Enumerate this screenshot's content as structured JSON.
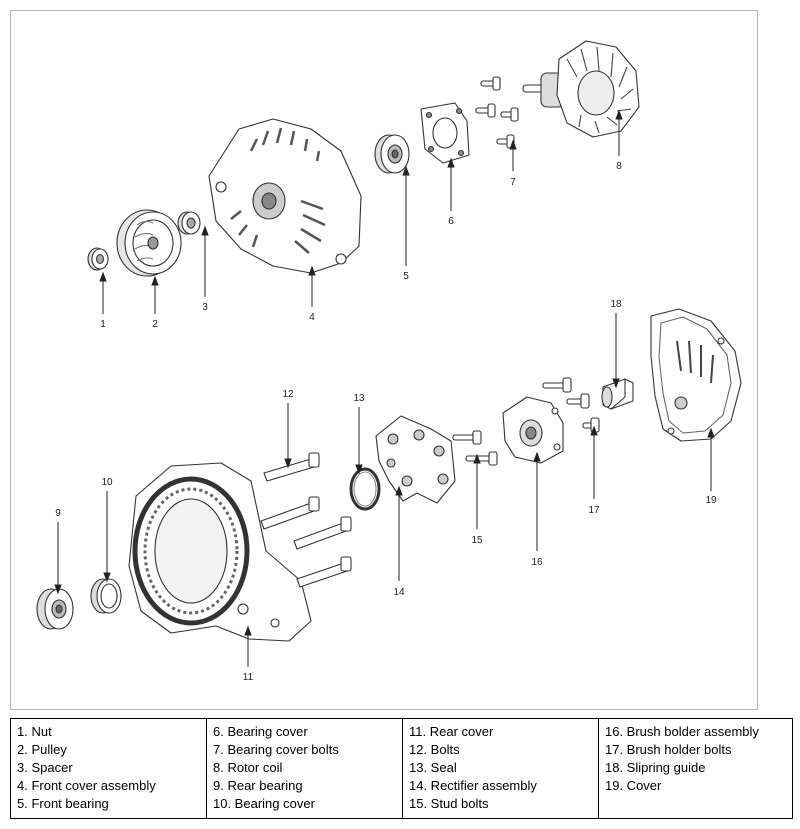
{
  "callouts": [
    "1",
    "2",
    "3",
    "4",
    "5",
    "6",
    "7",
    "8",
    "9",
    "10",
    "11",
    "12",
    "13",
    "14",
    "15",
    "16",
    "17",
    "18",
    "19"
  ],
  "legend": {
    "columns": [
      [
        "1. Nut",
        "2. Pulley",
        "3. Spacer",
        "4. Front cover assembly",
        "5. Front bearing"
      ],
      [
        "6. Bearing cover",
        "7. Bearing cover bolts",
        "8. Rotor coil",
        "9. Rear bearing",
        "10. Bearing cover"
      ],
      [
        "11. Rear cover",
        "12. Bolts",
        "13. Seal",
        "14. Rectifier assembly",
        "15. Stud bolts"
      ],
      [
        "16. Brush bolder assembly",
        "17. Brush holder bolts",
        "18. Slipring guide",
        "19. Cover"
      ]
    ]
  }
}
